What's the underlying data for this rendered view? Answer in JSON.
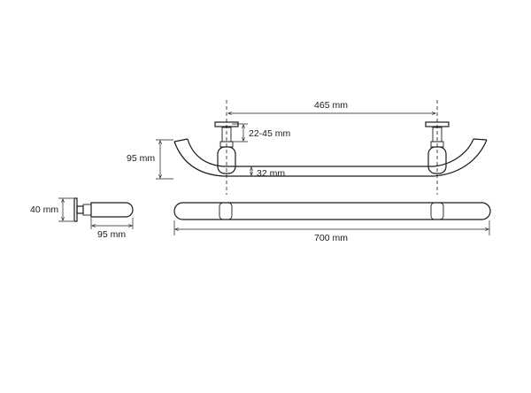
{
  "dimensions": {
    "center_spacing": "465 mm",
    "mount_depth_range": "22-45 mm",
    "projection": "95 mm",
    "tube_diameter": "32 mm",
    "side_height": "40 mm",
    "side_depth": "95 mm",
    "overall_length": "700 mm"
  }
}
